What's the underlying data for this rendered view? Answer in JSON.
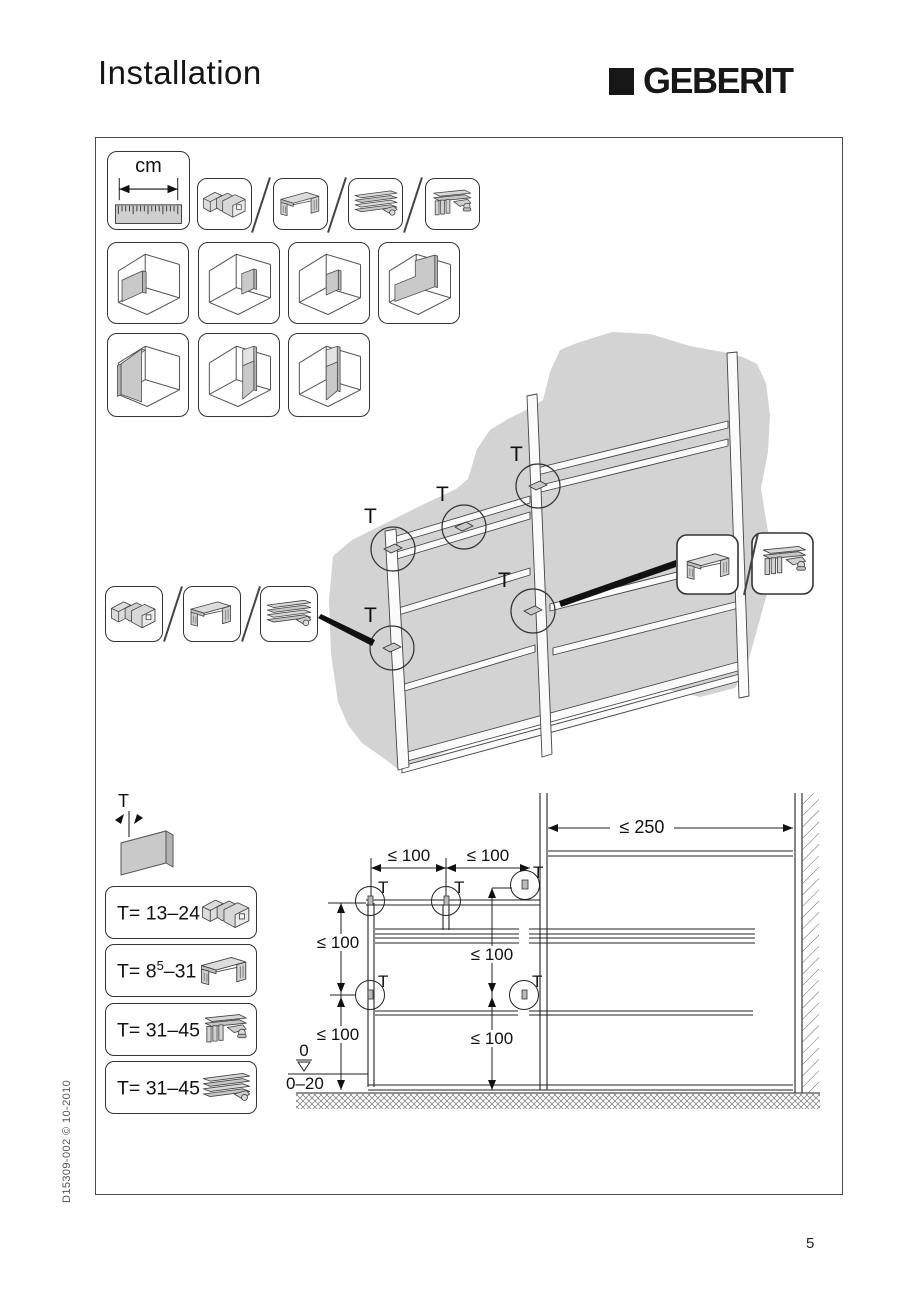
{
  "header": {
    "title": "Installation",
    "logo_text": "GEBERIT"
  },
  "footer": {
    "page_number": "5",
    "doc_code": "D15309-002 © 10-2010"
  },
  "labels": {
    "cm": "cm",
    "t": "T",
    "le_100": "≤ 100",
    "le_250": "≤ 250",
    "zero": "0",
    "zero_range": "0–20"
  },
  "thickness_rows": [
    {
      "prefix": "T= 13–24",
      "sup": "",
      "suffix": "",
      "icon": "telescopic-connector-icon"
    },
    {
      "prefix": "T= 8",
      "sup": "5",
      "suffix": "–31",
      "icon": "u-bracket-connector-icon"
    },
    {
      "prefix": "T= 31–45",
      "sup": "",
      "suffix": "",
      "icon": "finned-rail-connector-icon"
    },
    {
      "prefix": "T= 31–45",
      "sup": "",
      "suffix": "",
      "icon": "ribbed-rail-connector-icon"
    }
  ],
  "icon_groups": {
    "measure_row": [
      "cm-ruler-icon",
      "telescopic-connector-icon",
      "u-bracket-connector-icon",
      "ribbed-rail-connector-icon",
      "finned-rail-connector-icon"
    ],
    "wall_types_row1": [
      "low-partition-wall-icon",
      "small-wall-panel-right-icon",
      "small-wall-panel-center-icon",
      "l-shaped-wall-icon"
    ],
    "wall_types_row2": [
      "full-height-wall-icon",
      "full-height-column-right-icon",
      "full-height-column-center-icon"
    ],
    "connector_row_left": [
      "telescopic-connector-icon",
      "u-bracket-connector-icon",
      "ribbed-rail-connector-icon"
    ],
    "connector_callouts": [
      "u-bracket-connector-icon",
      "finned-rail-connector-icon"
    ]
  },
  "colors": {
    "wall_gray": "#d3d3d3",
    "part_gray": "#c9c9c9",
    "line_dark": "#333333",
    "logo_black": "#171717"
  }
}
